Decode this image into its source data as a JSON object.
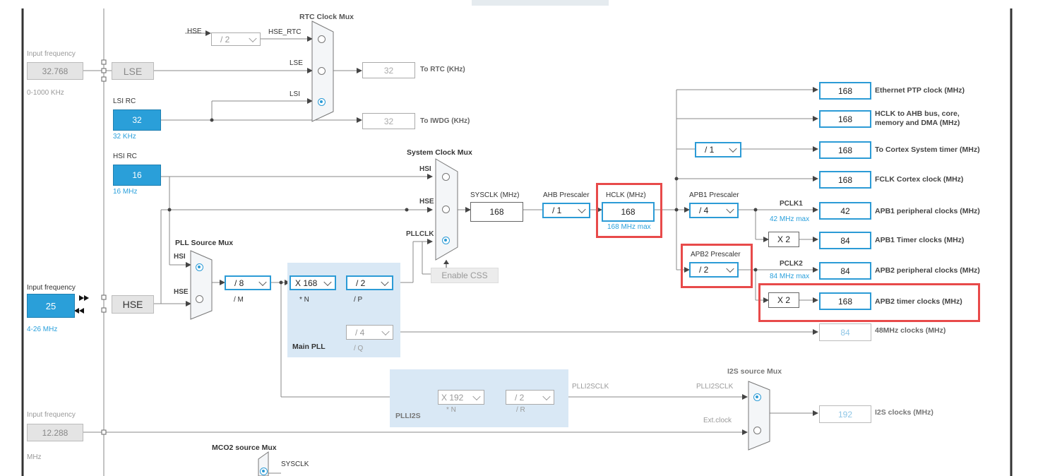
{
  "rtc_mux": {
    "title": "RTC Clock Mux",
    "hse_label": "HSE",
    "div": "/ 2",
    "hse_rtc": "HSE_RTC",
    "lse_label": "LSE",
    "lsi_label": "LSI"
  },
  "lse_input": {
    "caption": "Input frequency",
    "value": "32.768",
    "range": "0-1000 KHz",
    "name": "LSE"
  },
  "rtc_out": {
    "value": "32",
    "label": "To RTC (KHz)"
  },
  "lsi": {
    "title": "LSI RC",
    "value": "32",
    "unit": "32 KHz"
  },
  "iwdg_out": {
    "value": "32",
    "label": "To IWDG (KHz)"
  },
  "hsi": {
    "title": "HSI RC",
    "value": "16",
    "unit": "16 MHz"
  },
  "sys_mux": {
    "title": "System Clock Mux",
    "hsi": "HSI",
    "hse": "HSE",
    "pllclk": "PLLCLK",
    "enable_css": "Enable CSS"
  },
  "sysclk": {
    "caption": "SYSCLK (MHz)",
    "value": "168"
  },
  "ahb": {
    "caption": "AHB Prescaler",
    "value": "/ 1"
  },
  "hclk": {
    "caption": "HCLK (MHz)",
    "value": "168",
    "max": "168 MHz max"
  },
  "pll_mux": {
    "title": "PLL Source Mux",
    "hsi": "HSI",
    "hse": "HSE"
  },
  "hse_input": {
    "caption": "Input frequency",
    "value": "25",
    "range": "4-26 MHz",
    "name": "HSE"
  },
  "pllm": {
    "value": "/ 8",
    "label": "/ M"
  },
  "main_pll": {
    "title": "Main PLL",
    "n_value": "X 168",
    "n_label": "* N",
    "p_value": "/ 2",
    "p_label": "/ P",
    "q_value": "/ 4",
    "q_label": "/ Q"
  },
  "apb1": {
    "caption": "APB1 Prescaler",
    "value": "/ 4",
    "pclk": "PCLK1",
    "max": "42 MHz max",
    "x2": "X 2"
  },
  "apb2": {
    "caption": "APB2 Prescaler",
    "value": "/ 2",
    "pclk": "PCLK2",
    "max": "84 MHz max",
    "x2": "X 2"
  },
  "cortex_div": {
    "value": "/ 1"
  },
  "outputs": [
    {
      "value": "168",
      "label": "Ethernet PTP clock (MHz)"
    },
    {
      "value": "168",
      "label": "HCLK to AHB bus, core, memory and DMA (MHz)"
    },
    {
      "value": "168",
      "label": "To Cortex System timer (MHz)"
    },
    {
      "value": "168",
      "label": "FCLK Cortex clock (MHz)"
    },
    {
      "value": "42",
      "label": "APB1 peripheral clocks (MHz)"
    },
    {
      "value": "84",
      "label": "APB1 Timer clocks (MHz)"
    },
    {
      "value": "84",
      "label": "APB2 peripheral clocks (MHz)"
    },
    {
      "value": "168",
      "label": "APB2 timer clocks (MHz)"
    },
    {
      "value": "84",
      "label": "48MHz clocks (MHz)"
    }
  ],
  "plli2s": {
    "title": "PLLI2S",
    "n_value": "X 192",
    "n_label": "* N",
    "r_value": "/ 2",
    "r_label": "/ R",
    "clk_label": "PLLI2SCLK"
  },
  "i2s_mux": {
    "title": "I2S source Mux",
    "plli2sclk": "PLLI2SCLK",
    "ext": "Ext.clock"
  },
  "i2s_out": {
    "value": "192",
    "label": "I2S clocks (MHz)"
  },
  "i2s_input": {
    "caption": "Input frequency",
    "value": "12.288",
    "unit": "MHz"
  },
  "mco2": {
    "title": "MCO2 source Mux",
    "sysclk": "SYSCLK"
  }
}
